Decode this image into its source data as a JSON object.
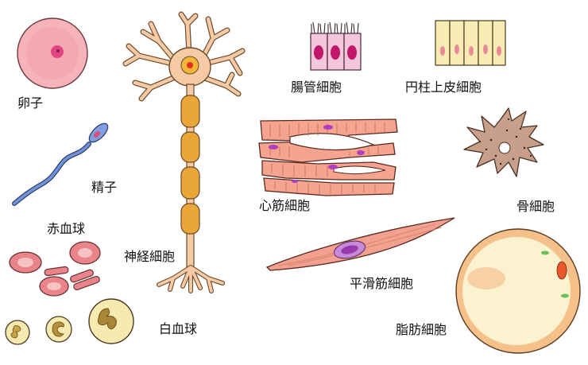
{
  "labels": {
    "egg": "卵子",
    "sperm": "精子",
    "red_blood_cell": "赤血球",
    "neuron": "神経細胞",
    "white_blood_cell": "白血球",
    "intestinal_cell": "腸管細胞",
    "columnar_epithelial": "円柱上皮細胞",
    "cardiac_muscle": "心筋細胞",
    "bone_cell": "骨細胞",
    "smooth_muscle": "平滑筋細胞",
    "fat_cell": "脂肪細胞"
  },
  "colors": {
    "outline": "#3a2a2a",
    "egg": "#f4a9b2",
    "sperm": "#6f95d8",
    "rbc": "#e8848a",
    "neuron_body": "#f7caa6",
    "myelin": "#e9a73a",
    "wbc": "#f7eab0",
    "intestinal": "#f3c6dc",
    "columnar": "#f8ebb4",
    "cardiac": "#f4a48f",
    "bone": "#c79f8a",
    "smooth": "#f2a08f",
    "fat": "#fbf3cf",
    "nucleus_purple": "#b13cc4"
  }
}
